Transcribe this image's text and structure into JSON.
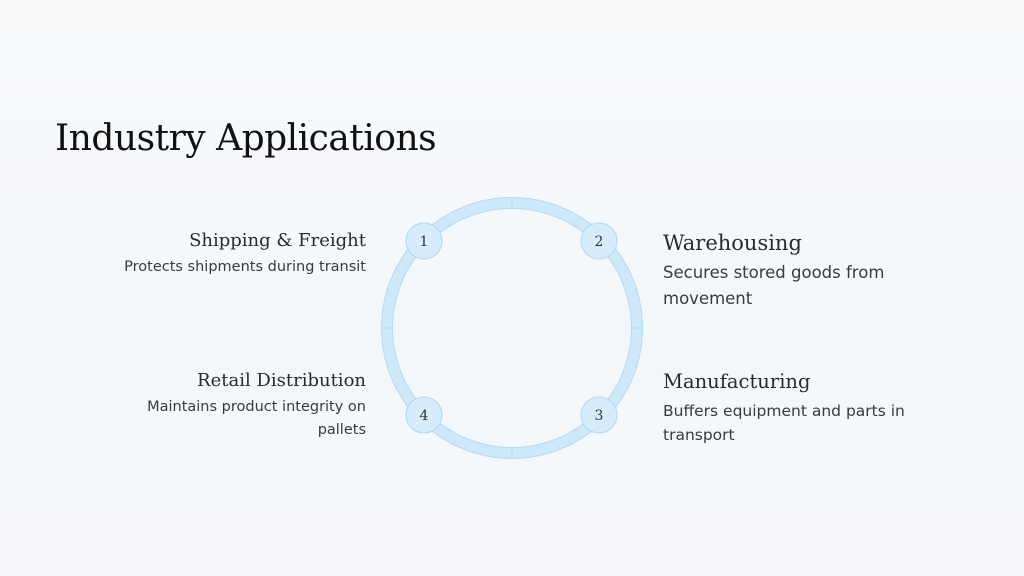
{
  "slide": {
    "title": "Industry Applications"
  },
  "cycle": {
    "ring_color": "#cde8f9",
    "ring_border_color": "#b4d9f2",
    "node_fill": "#d6ecfb",
    "node_stroke": "#b0d6f1",
    "items": [
      {
        "number": "1",
        "title": "Shipping & Freight",
        "description": "Protects shipments during transit"
      },
      {
        "number": "2",
        "title": "Warehousing",
        "description": "Secures stored goods from movement"
      },
      {
        "number": "3",
        "title": "Manufacturing",
        "description": "Buffers equipment and parts in transport"
      },
      {
        "number": "4",
        "title": "Retail Distribution",
        "description": "Maintains product integrity on pallets"
      }
    ]
  }
}
